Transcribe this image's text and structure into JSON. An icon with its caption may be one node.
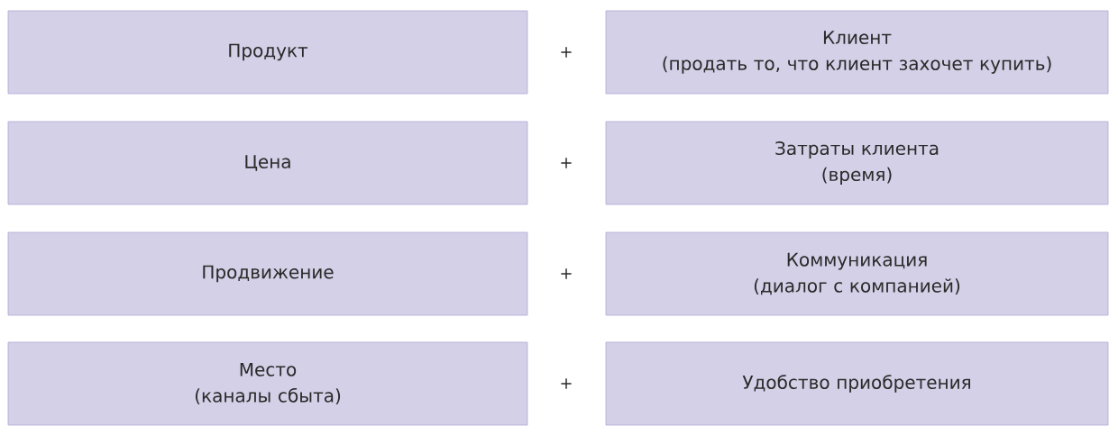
{
  "diagram": {
    "nodes": [
      {
        "text": [
          "Продукт"
        ]
      },
      {
        "text": [
          "Клиент",
          "(продать то, что клиент захочет купить)"
        ]
      },
      {
        "text": [
          "Цена"
        ]
      },
      {
        "text": [
          "Затраты клиента",
          "(время)"
        ]
      },
      {
        "text": [
          "Продвижение"
        ]
      },
      {
        "text": [
          "Коммуникация",
          "(диалог с компанией)"
        ]
      },
      {
        "text": [
          "Место",
          "(каналы сбыта)"
        ]
      },
      {
        "text": [
          "Удобство приобретения"
        ]
      }
    ],
    "labels": [
      "+",
      "+",
      "+",
      "+"
    ]
  }
}
